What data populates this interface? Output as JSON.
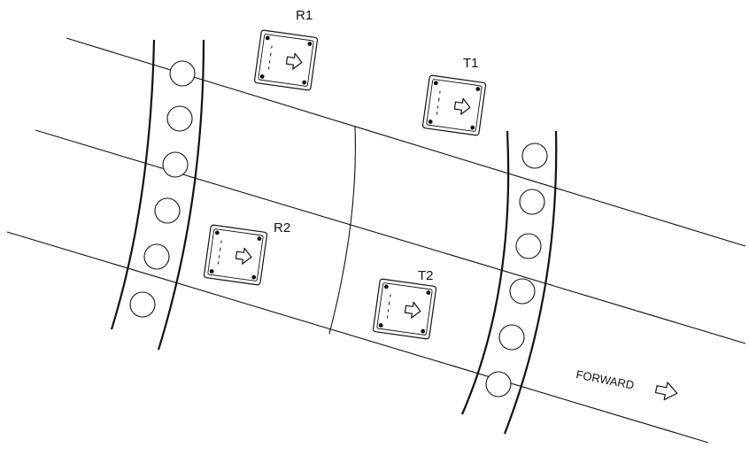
{
  "labels": {
    "r1": "R1",
    "t1": "T1",
    "r2": "R2",
    "t2": "T2",
    "forward": "FORWARD"
  },
  "icons": {
    "direction": "right-arrow-outline-icon",
    "sensor": "sensor-plate-icon"
  }
}
